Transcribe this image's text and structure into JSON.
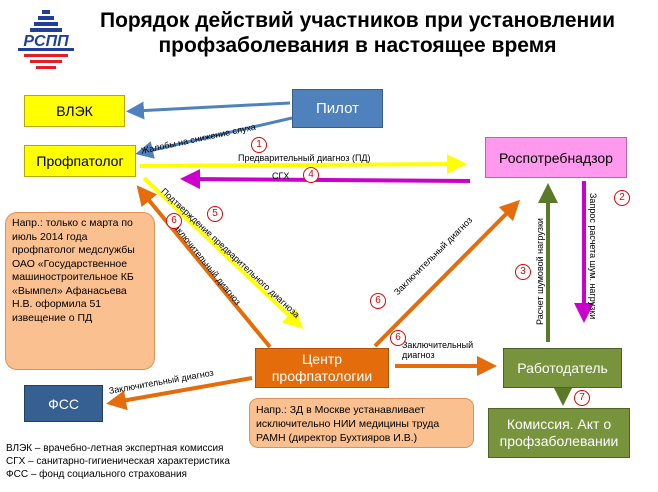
{
  "title": "Порядок действий участников при установлении профзаболевания в настоящее время",
  "logo": {
    "text": "РСПП",
    "colors": [
      "#1f3f99",
      "#e41e26"
    ]
  },
  "nodes": {
    "vlek": "ВЛЭК",
    "pilot": "Пилот",
    "profpatolog": "Профпатолог",
    "rospotrebnadzor": "Роспотребнадзор",
    "center": "Центр профпатологии",
    "employer": "Работодатель",
    "fss": "ФСС",
    "commission": "Комиссия. Акт о профзаболевании"
  },
  "edges": {
    "complaints": "Жалобы на снижение слуха",
    "prelim_diag": "Предварительный диагноз (ПД)",
    "sgkh": "СГХ",
    "confirm_prelim": "Подтверждение предварительного диагноза",
    "final_diag_to_prof": "Заключительный диагноз",
    "final_diag_to_rosp": "Заключительный диагноз",
    "final_diag_to_employer": "Заключительный диагноз",
    "final_diag_to_fss": "Заключительный диагноз",
    "noise_calc": "Расчет шумовой нагрузки",
    "noise_request": "Запрос расчета шум. нагрузки"
  },
  "steps": [
    "1",
    "2",
    "3",
    "4",
    "5",
    "6",
    "6",
    "6",
    "7"
  ],
  "notes": {
    "note1": "Напр.: только с марта по июль 2014 года профпатолог медслужбы ОАО «Государственное машиностроительное КБ «Вымпел» Афанасьева Н.В. оформила 51 извещение о ПД",
    "note2": "Напр.: ЗД в Москве устанавливает исключительно НИИ медицины труда РАМН (директор Бухтияров И.В.)"
  },
  "legend": [
    "ВЛЭК – врачебно-летная экспертная комиссия",
    "СГХ – санитарно-гигиеническая характеристика",
    "ФСС – фонд  социального  страхования"
  ],
  "colors": {
    "yellow": "#ffff00",
    "blue_arrow": "#4f81bd",
    "purple": "#cc00cc",
    "orange": "#e46c0a",
    "green": "#5a7a2a",
    "step_red": "#e00000"
  }
}
